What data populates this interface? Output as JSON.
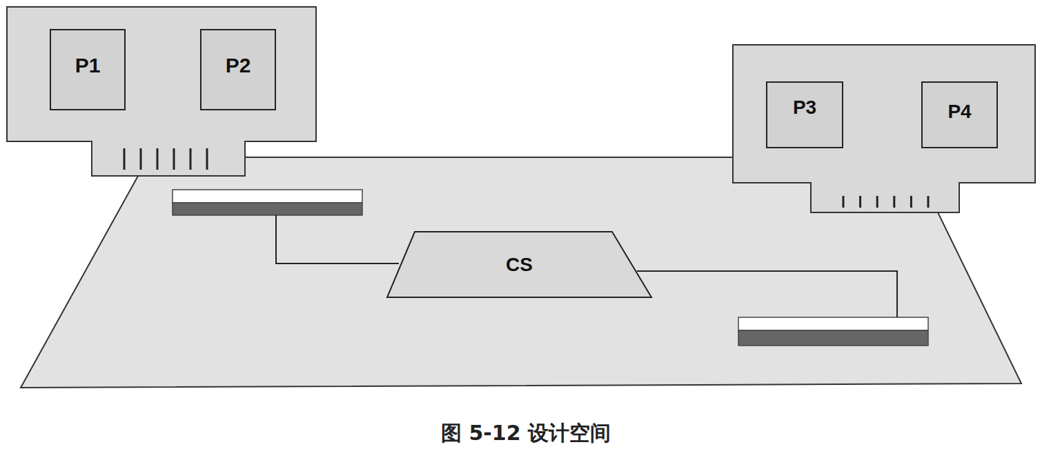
{
  "diagram": {
    "caption": "图 5-12 设计空间",
    "nodes": [
      {
        "text": [
          "P1"
        ]
      },
      {
        "text": [
          "P2"
        ]
      },
      {
        "text": [
          "P3"
        ]
      },
      {
        "text": [
          "P4"
        ]
      },
      {
        "text": [
          "CS"
        ]
      }
    ]
  }
}
